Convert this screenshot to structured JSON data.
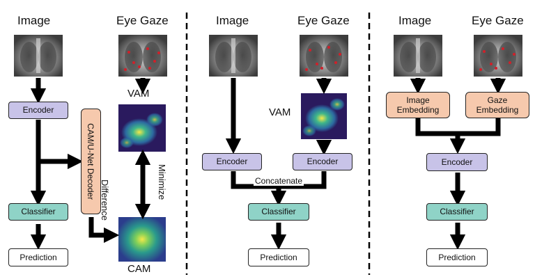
{
  "panel1": {
    "image_title": "Image",
    "gaze_title": "Eye Gaze",
    "vam_label": "VAM",
    "cam_label": "CAM",
    "encoder": "Encoder",
    "classifier": "Classifier",
    "prediction": "Prediction",
    "decoder": "CAM/U-Net Decoder",
    "minimize_line1": "Minimize",
    "minimize_line2": "Difference"
  },
  "panel2": {
    "image_title": "Image",
    "gaze_title": "Eye Gaze",
    "vam_label": "VAM",
    "encoder_left": "Encoder",
    "encoder_right": "Encoder",
    "concatenate": "Concatenate",
    "classifier": "Classifier",
    "prediction": "Prediction"
  },
  "panel3": {
    "image_title": "Image",
    "gaze_title": "Eye Gaze",
    "image_embedding_line1": "Image",
    "image_embedding_line2": "Embedding",
    "gaze_embedding_line1": "Gaze",
    "gaze_embedding_line2": "Embedding",
    "encoder": "Encoder",
    "classifier": "Classifier",
    "prediction": "Prediction"
  },
  "colors": {
    "encoder": "#c8c3e8",
    "classifier": "#8fd3c7",
    "embedding": "#f6c9ad",
    "heatmap_dark": "#2a1a5e",
    "heatmap_bright": "#f4e84a",
    "gaze_dot": "#d0202a"
  }
}
